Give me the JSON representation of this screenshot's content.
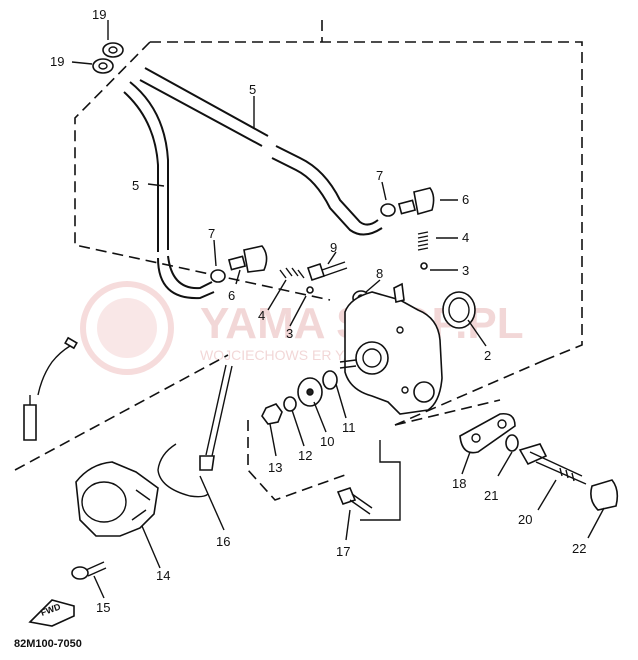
{
  "diagram": {
    "catalog_code": "82M100-7050",
    "front_marker": "FWD",
    "watermark": {
      "main": "YAMA  SHOP.PL",
      "sub": "WOJCIECHOWS     ER YAMAHA"
    },
    "labels": [
      {
        "id": "p19a",
        "text": "19"
      },
      {
        "id": "p19b",
        "text": "19"
      },
      {
        "id": "p5a",
        "text": "5"
      },
      {
        "id": "p5b",
        "text": "5"
      },
      {
        "id": "p7a",
        "text": "7"
      },
      {
        "id": "p6a",
        "text": "6"
      },
      {
        "id": "p7b",
        "text": "7"
      },
      {
        "id": "p6b",
        "text": "6"
      },
      {
        "id": "p9",
        "text": "9"
      },
      {
        "id": "p8",
        "text": "8"
      },
      {
        "id": "p4a",
        "text": "4"
      },
      {
        "id": "p3a",
        "text": "3"
      },
      {
        "id": "p4b",
        "text": "4"
      },
      {
        "id": "p3b",
        "text": "3"
      },
      {
        "id": "p2",
        "text": "2"
      },
      {
        "id": "p11",
        "text": "11"
      },
      {
        "id": "p10",
        "text": "10"
      },
      {
        "id": "p12",
        "text": "12"
      },
      {
        "id": "p13",
        "text": "13"
      },
      {
        "id": "p18",
        "text": "18"
      },
      {
        "id": "p21",
        "text": "21"
      },
      {
        "id": "p20",
        "text": "20"
      },
      {
        "id": "p22",
        "text": "22"
      },
      {
        "id": "p16",
        "text": "16"
      },
      {
        "id": "p17",
        "text": "17"
      },
      {
        "id": "p14",
        "text": "14"
      },
      {
        "id": "p15",
        "text": "15"
      }
    ]
  }
}
